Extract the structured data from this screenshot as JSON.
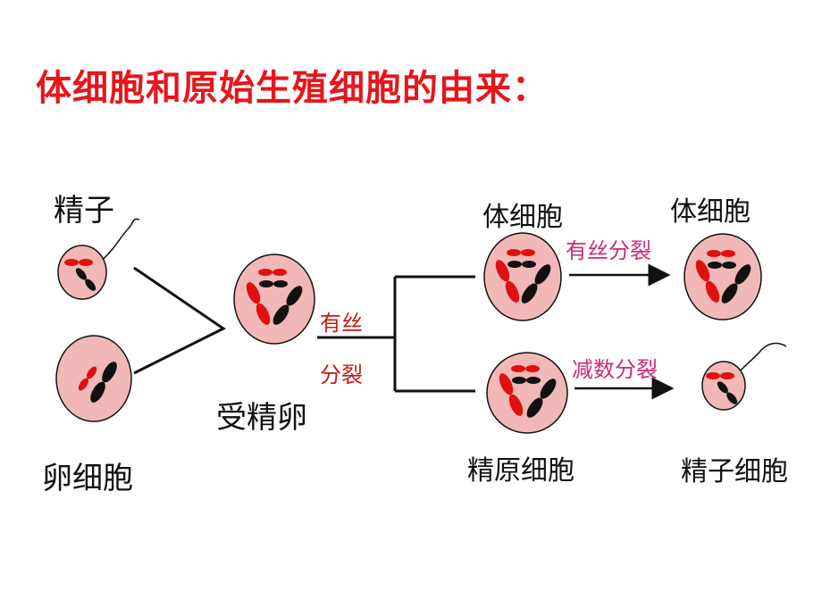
{
  "title": "体细胞和原始生殖细胞的由来：",
  "labels": {
    "sperm": "精子",
    "egg": "卵细胞",
    "zygote": "受精卵",
    "somatic_top": "体细胞",
    "somatic_right": "体细胞",
    "spermatogonium": "精原细胞",
    "sperm_cell": "精子细胞"
  },
  "process": {
    "mitosis_line1": "有丝",
    "mitosis_line2": "分裂",
    "mitosis_top": "有丝分裂",
    "meiosis": "减数分裂"
  },
  "colors": {
    "title": "#e8151b",
    "cell_fill": "#f2b8b8",
    "chrom_red": "#e01010",
    "chrom_black": "#111111",
    "note_red": "#c41a1a",
    "note_magenta": "#cc2a7a"
  }
}
